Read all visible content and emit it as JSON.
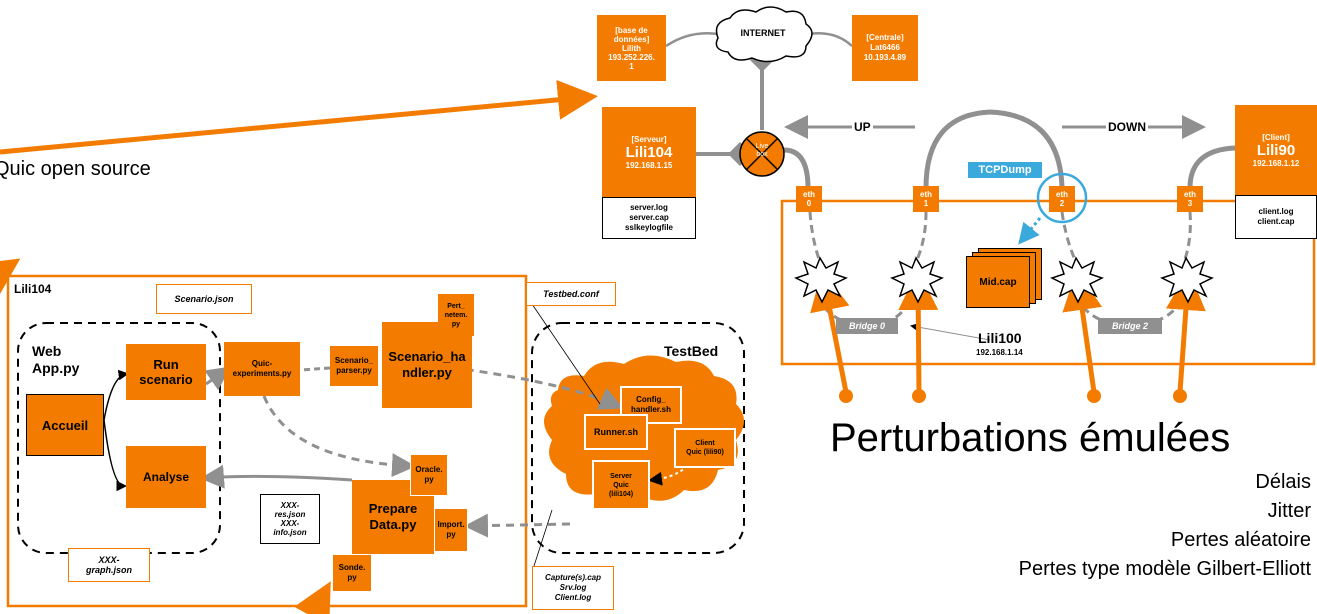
{
  "internet": "INTERNET",
  "db": {
    "l1": "[base de",
    "l2": "données]",
    "l3": "Lilith",
    "l4": "193.252.226.",
    "l5": "1"
  },
  "centrale": {
    "l1": "[Centrale]",
    "l2": "Lat6466",
    "l3": "10.193.4.89"
  },
  "server": {
    "tag": "[Serveur]",
    "name": "Lili104",
    "ip": "192.168.1.15"
  },
  "server_files": {
    "l1": "server.log",
    "l2": "server.cap",
    "l3": "sslkeylogfile"
  },
  "livebox": {
    "l1": "Live",
    "l2": "box"
  },
  "up": "UP",
  "down": "DOWN",
  "client": {
    "tag": "[Client]",
    "name": "Lili90",
    "ip": "192.168.1.12"
  },
  "client_files": {
    "l1": "client.log",
    "l2": "client.cap"
  },
  "tcpdump": "TCPDump",
  "eth": [
    {
      "l1": "eth",
      "l2": "0"
    },
    {
      "l1": "eth",
      "l2": "1"
    },
    {
      "l1": "eth",
      "l2": "2"
    },
    {
      "l1": "eth",
      "l2": "3"
    }
  ],
  "midcap": "Mid.cap",
  "bridge0": "Bridge 0",
  "bridge2": "Bridge 2",
  "lili100": {
    "name": "Lili100",
    "ip": "192.168.1.14"
  },
  "quic_text": "Quic open source",
  "perturbations": {
    "title": "Perturbations émulées",
    "items": [
      "Délais",
      "Jitter",
      "Pertes aléatoire",
      "Pertes type modèle Gilbert-Elliott"
    ]
  },
  "main": {
    "title": "Lili104",
    "scenario_json": "Scenario.json",
    "webapp": {
      "l1": "Web",
      "l2": "App.py"
    },
    "run": {
      "l1": "Run",
      "l2": "scenario"
    },
    "accueil": "Accueil",
    "analyse": "Analyse",
    "quic_exp": {
      "l1": "Quic-",
      "l2": "experiments.py"
    },
    "scen_parser": {
      "l1": "Scenario_",
      "l2": "parser.py"
    },
    "scen_handler": {
      "l1": "Scenario_ha",
      "l2": "ndler.py"
    },
    "pert_netem": {
      "l1": "Pert_",
      "l2": "netem.",
      "l3": "py"
    },
    "oracle": {
      "l1": "Oracle.",
      "l2": "py"
    },
    "prepare": {
      "l1": "Prepare",
      "l2": "Data.py"
    },
    "import": {
      "l1": "Import.",
      "l2": "py"
    },
    "sonde": {
      "l1": "Sonde.",
      "l2": "py"
    },
    "xxx_res": {
      "l1": "XXX-",
      "l2": "res.json",
      "l3": "XXX-",
      "l4": "info.json"
    },
    "xxx_graph": {
      "l1": "XXX-",
      "l2": "graph.json"
    }
  },
  "testbed_conf": "Testbed.conf",
  "testbed": {
    "title": "TestBed",
    "config": {
      "l1": "Config_",
      "l2": "handler.sh"
    },
    "runner": "Runner.sh",
    "client": {
      "l1": "Client",
      "l2": "Quic (lili90)"
    },
    "server": {
      "l1": "Server",
      "l2": "Quic",
      "l3": "(lili104)"
    }
  },
  "capture": {
    "l1": "Capture(s).cap",
    "l2": "Srv.log",
    "l3": "Client.log"
  },
  "colors": {
    "orange": "#f37c00",
    "grey": "#909090",
    "blue": "#3aa9dc"
  }
}
